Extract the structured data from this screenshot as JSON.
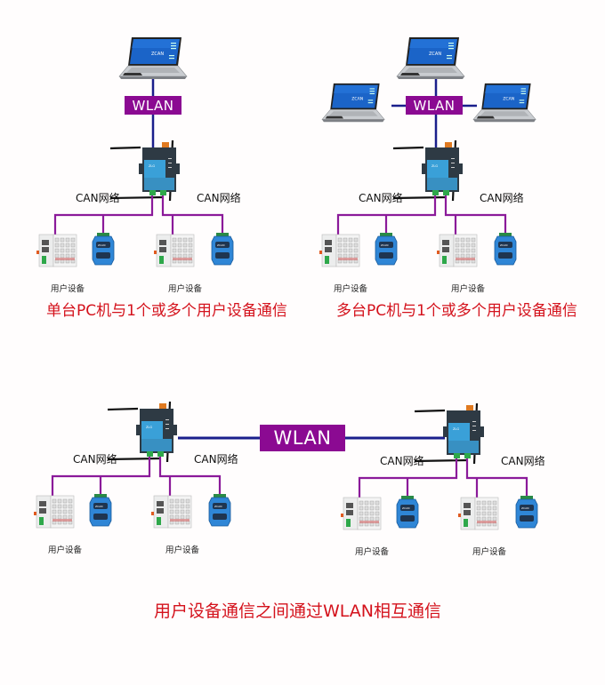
{
  "colors": {
    "wlan_box": "#8b0a92",
    "wlan_line": "#1a1f8c",
    "can_line": "#8b1a9a",
    "caption_red": "#d4121c",
    "background": "#fffdfd",
    "gateway_body": "#2e3a44",
    "gateway_panel": "#3aa0d8",
    "module_blue": "#2f86d6"
  },
  "labels": {
    "wlan": "WLAN",
    "can_network": "CAN网络",
    "user_device": "用户设备"
  },
  "panels": [
    {
      "id": "single-pc",
      "caption": "单台PC机与1个或多个用户设备通信",
      "laptops": 1,
      "gateways": 1
    },
    {
      "id": "multi-pc",
      "caption": "多台PC机与1个或多个用户设备通信",
      "laptops": 3,
      "gateways": 1
    },
    {
      "id": "device-to-device",
      "caption": "用户设备通信之间通过WLAN相互通信",
      "laptops": 0,
      "gateways": 2
    }
  ]
}
